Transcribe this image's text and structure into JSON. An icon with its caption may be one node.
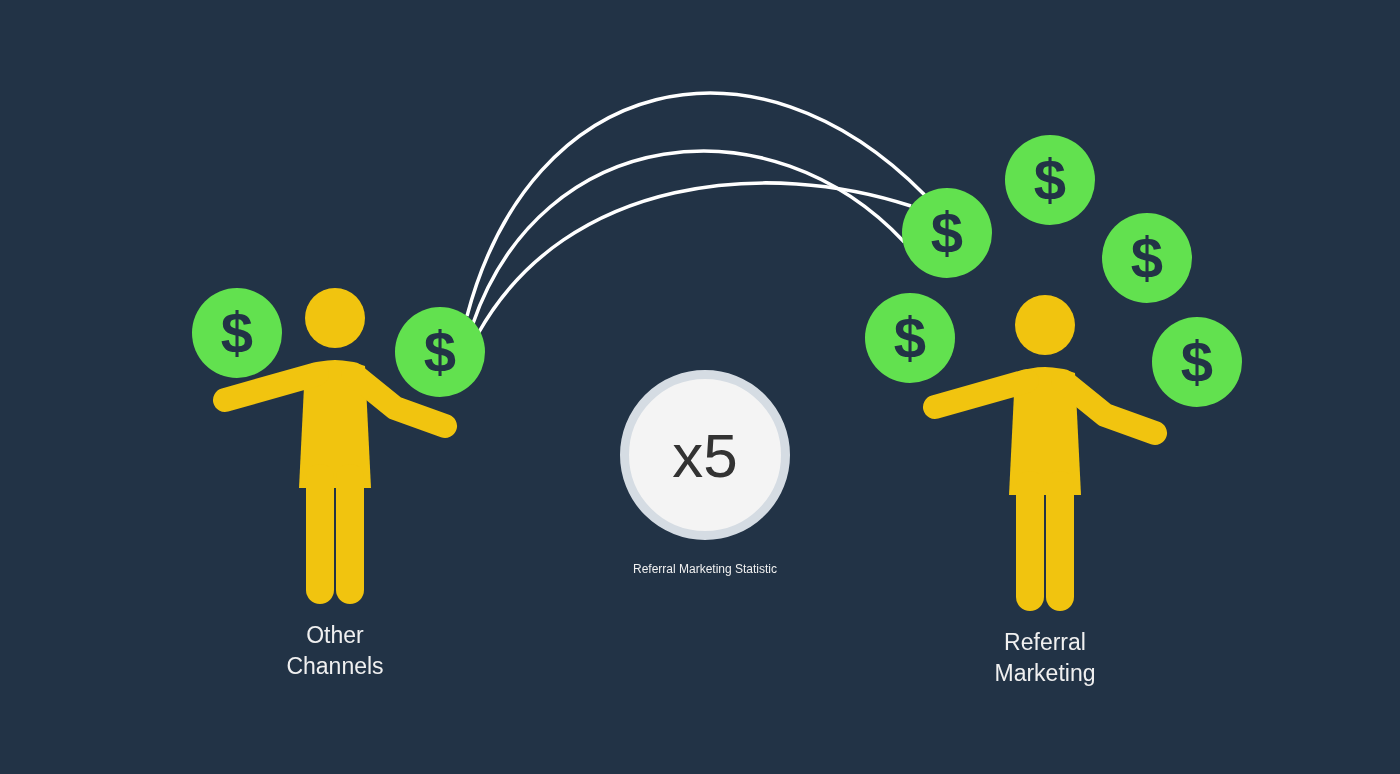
{
  "diagram": {
    "nodes": [
      {
        "text": [],
        "shape": "person",
        "beside": [
          "Other Channels"
        ]
      },
      {
        "text": [
          "$"
        ]
      },
      {
        "text": [
          "$"
        ]
      },
      {
        "text": [
          "x5"
        ],
        "beside": [
          "Referral Marketing Statistic"
        ]
      },
      {
        "text": [],
        "shape": "person",
        "beside": [
          "Referral Marketing"
        ]
      },
      {
        "text": [
          "$"
        ]
      },
      {
        "text": [
          "$"
        ]
      },
      {
        "text": [
          "$"
        ]
      },
      {
        "text": [
          "$"
        ]
      },
      {
        "text": [
          "$"
        ]
      }
    ],
    "edges": [
      {
        "from": 2,
        "to": 6,
        "arrow": "none"
      },
      {
        "from": 2,
        "to": 6,
        "arrow": "none"
      },
      {
        "from": 2,
        "to": 6,
        "arrow": "none"
      }
    ]
  }
}
